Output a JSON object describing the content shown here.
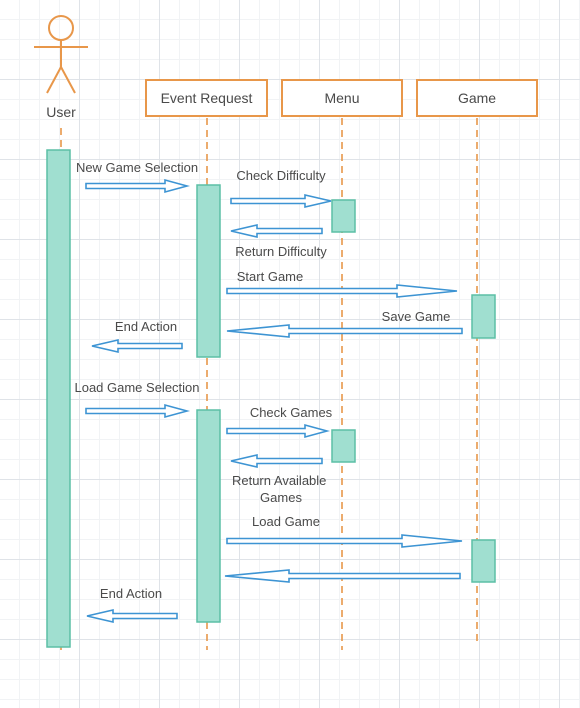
{
  "actors": [
    {
      "id": "user",
      "label": "User"
    },
    {
      "id": "event_request",
      "label": "Event Request"
    },
    {
      "id": "menu",
      "label": "Menu"
    },
    {
      "id": "game",
      "label": "Game"
    }
  ],
  "messages": [
    {
      "label": "New Game Selection",
      "from": "user",
      "to": "event_request"
    },
    {
      "label": "Check Difficulty",
      "from": "event_request",
      "to": "menu"
    },
    {
      "label": "Return Difficulty",
      "from": "menu",
      "to": "event_request"
    },
    {
      "label": "Start Game",
      "from": "event_request",
      "to": "game"
    },
    {
      "label": "Save Game",
      "from": "game",
      "to": "event_request"
    },
    {
      "label": "End Action",
      "from": "event_request",
      "to": "user"
    },
    {
      "label": "Load Game Selection",
      "from": "user",
      "to": "event_request"
    },
    {
      "label": "Check Games",
      "from": "event_request",
      "to": "menu"
    },
    {
      "label": "Return Available Games",
      "from": "menu",
      "to": "event_request"
    },
    {
      "label": "Load Game",
      "from": "event_request",
      "to": "game"
    },
    {
      "label": "",
      "from": "game",
      "to": "event_request"
    },
    {
      "label": "End Action",
      "from": "event_request",
      "to": "user"
    }
  ],
  "colors": {
    "actor_stroke": "#e8974a",
    "lifeline": "#e8974a",
    "activation_fill": "#a0dfd0",
    "activation_stroke": "#5cbfa5",
    "arrow_stroke": "#3d94d3",
    "text": "#4a4a4a"
  }
}
